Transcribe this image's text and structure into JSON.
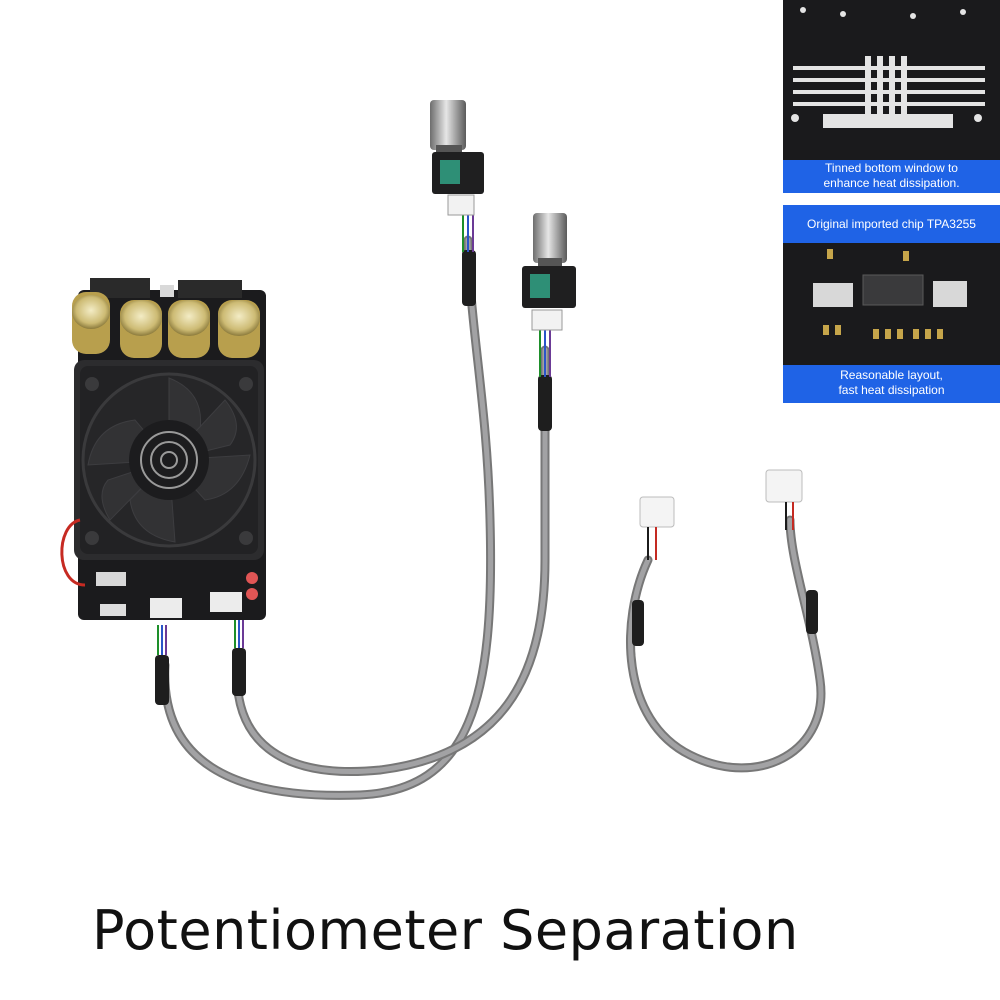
{
  "caption": "Potentiometer Separation",
  "insets": [
    {
      "lines": [
        "Tinned bottom window to",
        "enhance heat dissipation."
      ]
    },
    {
      "lines": [
        "Original imported chip TPA3255"
      ]
    },
    {
      "lines": [
        "Reasonable layout,",
        "fast heat dissipation"
      ]
    }
  ],
  "colors": {
    "label_blue": "#1f63e6",
    "pcb_black": "#161618",
    "cable_gray": "#8a8a8c",
    "capacitor_gold": "#c9b46a"
  }
}
